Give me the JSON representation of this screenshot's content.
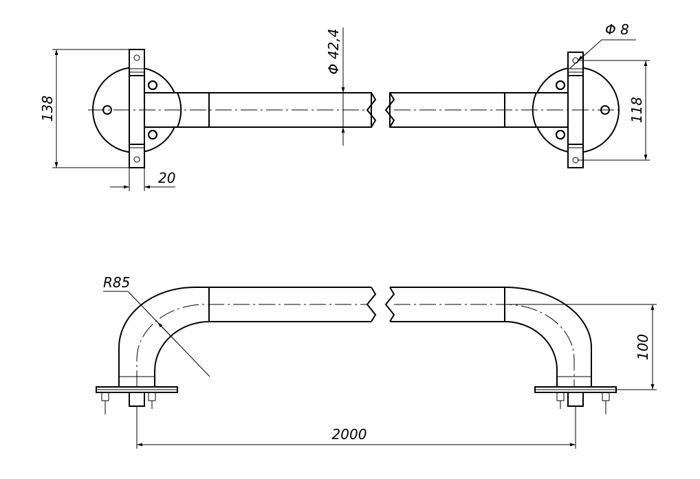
{
  "dimensions": {
    "height_plate": "138",
    "width_plate": "20",
    "tube_diameter": "Φ 42,4",
    "hole_diameter": "Φ 8",
    "hole_spacing": "118",
    "bend_radius": "R85",
    "rail_height": "100",
    "rail_length": "2000"
  }
}
